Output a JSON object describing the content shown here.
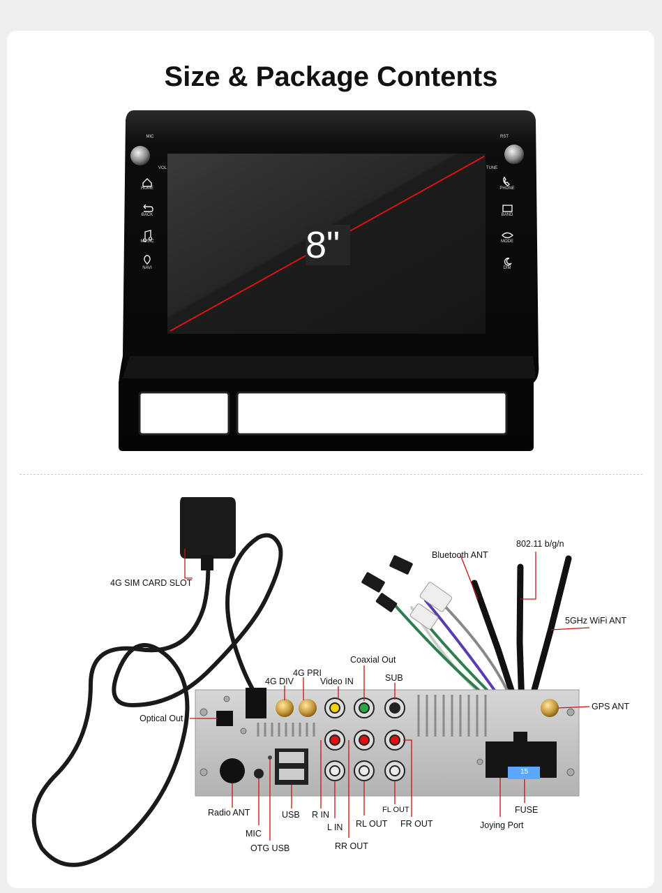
{
  "title": "Size & Package Contents",
  "screen": {
    "size": "8\"",
    "left_top": [
      "MIC"
    ],
    "left_buttons": [
      "HOME",
      "BACK",
      "MUSIC",
      "NAVI"
    ],
    "vol": "VOL",
    "right_top": "RST",
    "tune": "TUNE",
    "right_buttons": [
      "PHONE",
      "BAND",
      "MODE",
      "DIM"
    ]
  },
  "labels": {
    "sim": "4G SIM CARD SLOT",
    "bt": "Bluetooth ANT",
    "wifi24": "802.11 b/g/n",
    "wifi5": "5GHz WiFi ANT",
    "coax": "Coaxial Out",
    "g4pri": "4G PRI",
    "g4div": "4G DIV",
    "videoin": "Video IN",
    "sub": "SUB",
    "gps": "GPS ANT",
    "optical": "Optical Out",
    "radio": "Radio ANT",
    "mic": "MIC",
    "usb": "USB",
    "otg": "OTG USB",
    "rin": "R IN",
    "lin": "L IN",
    "rlout": "RL OUT",
    "rrout": "RR OUT",
    "flout": "FL OUT",
    "frout": "FR OUT",
    "joying": "Joying Port",
    "fuse": "FUSE",
    "fuse_value": "15"
  },
  "colors": {
    "accent_line": "#cc1111",
    "bezel": "#0c0c0c"
  }
}
